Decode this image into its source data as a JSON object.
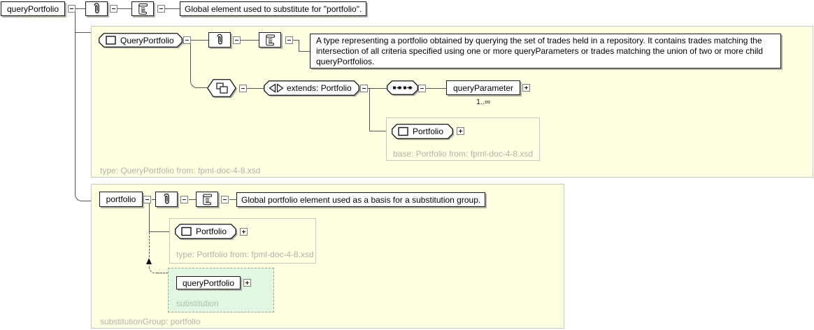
{
  "colors": {
    "section_background": "#ffffe1",
    "substitution_background": "#e1f7e1",
    "caption_gray": "#b3b3a8",
    "box_shadow": "#b2b2a8",
    "connector": "#545454"
  },
  "icons": {
    "annotation": "paperclip-icon",
    "documentation": "scroll-icon",
    "complex_type": "square-icon",
    "derivation": "overlapping-squares-hexagon-icon",
    "extension": "left-right-triangles-icon",
    "sequence": "dotted-squares-icon",
    "collapse": "minus-box-icon",
    "expand": "plus-box-icon",
    "substitution_arrow": "dashed-up-arrow-icon"
  },
  "root": {
    "label": "queryPortfolio",
    "annotation": "Global element used to substitute for \"portfolio\"."
  },
  "type_section": {
    "type_name": "QueryPortfolio",
    "annotation": "A type representing a portfolio obtained by querying the set of trades held in a repository. It contains trades matching the intersection of all criteria specified using one or more queryParameters or trades matching the union of two or more child queryPortfolios.",
    "extends_label": "extends: Portfolio",
    "query_parameter_label": "queryParameter",
    "occurrence": "1..∞",
    "base_type_name": "Portfolio",
    "base_caption": "base: Portfolio from: fpml-doc-4-8.xsd",
    "caption": "type: QueryPortfolio from: fpml-doc-4-8.xsd"
  },
  "portfolio_section": {
    "element_label": "portfolio",
    "annotation": "Global portfolio element used as a basis for a substitution group.",
    "type_name": "Portfolio",
    "type_caption": "type: Portfolio from: fpml-doc-4-8.xsd",
    "substitution_element_label": "queryPortfolio",
    "substitution_caption": "substitution",
    "caption": "substitutionGroup: portfolio"
  }
}
